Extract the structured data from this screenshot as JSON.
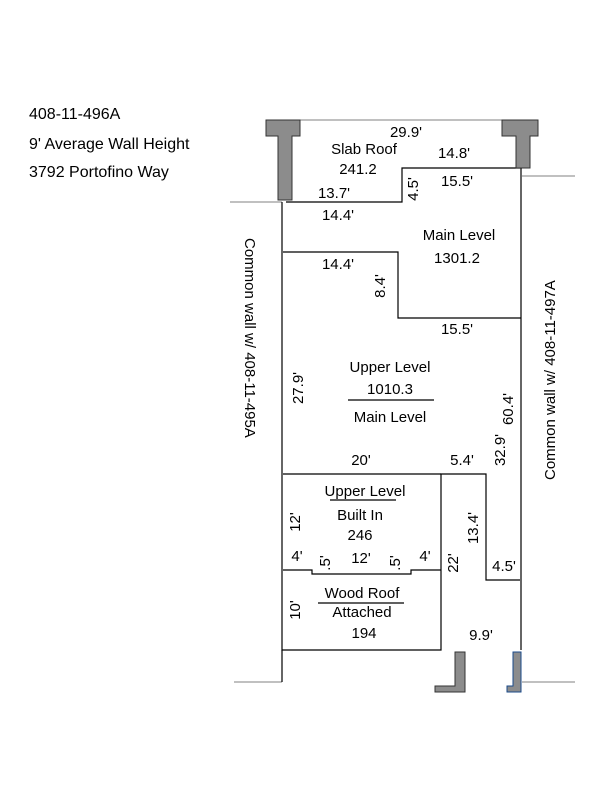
{
  "header": {
    "unit_id": "408-11-496A",
    "wall_height": "9' Average Wall Height",
    "address": "3792 Portofino Way"
  },
  "common_walls": {
    "left": "Common wall w/ 408-11-495A",
    "right": "Common wall w/ 408-11-497A"
  },
  "areas": {
    "slab_roof": {
      "label": "Slab Roof",
      "area": "241.2"
    },
    "main_level": {
      "label": "Main Level",
      "area": "1301.2"
    },
    "upper_main": {
      "upper": "Upper Level",
      "area": "1010.3",
      "lower": "Main Level"
    },
    "built_in": {
      "upper": "Upper Level",
      "lower": "Built In",
      "area": "246"
    },
    "wood_roof": {
      "upper": "Wood Roof",
      "lower": "Attached",
      "area": "194"
    }
  },
  "dimensions": {
    "top_width": "29.9'",
    "slab_right": "14.8'",
    "slab_left": "13.7'",
    "step_top": "15.5'",
    "step_vertical": "4.5'",
    "inner_top": "14.4'",
    "inner_second": "14.4'",
    "notch_vertical": "8.4'",
    "notch_bottom": "15.5'",
    "left_height": "27.9'",
    "right_height": "60.4'",
    "right_upper": "32.9'",
    "mid_width": "20'",
    "jog_width": "5.4'",
    "built_in_height": "12'",
    "jog_height": "13.4'",
    "side_left": "4'",
    "small_left": ".5'",
    "center_width": "12'",
    "small_right": ".5'",
    "side_right": "4'",
    "long_vertical": "22'",
    "bottom_right_small": "4.5'",
    "wood_height": "10'",
    "bottom_right": "9.9'"
  }
}
